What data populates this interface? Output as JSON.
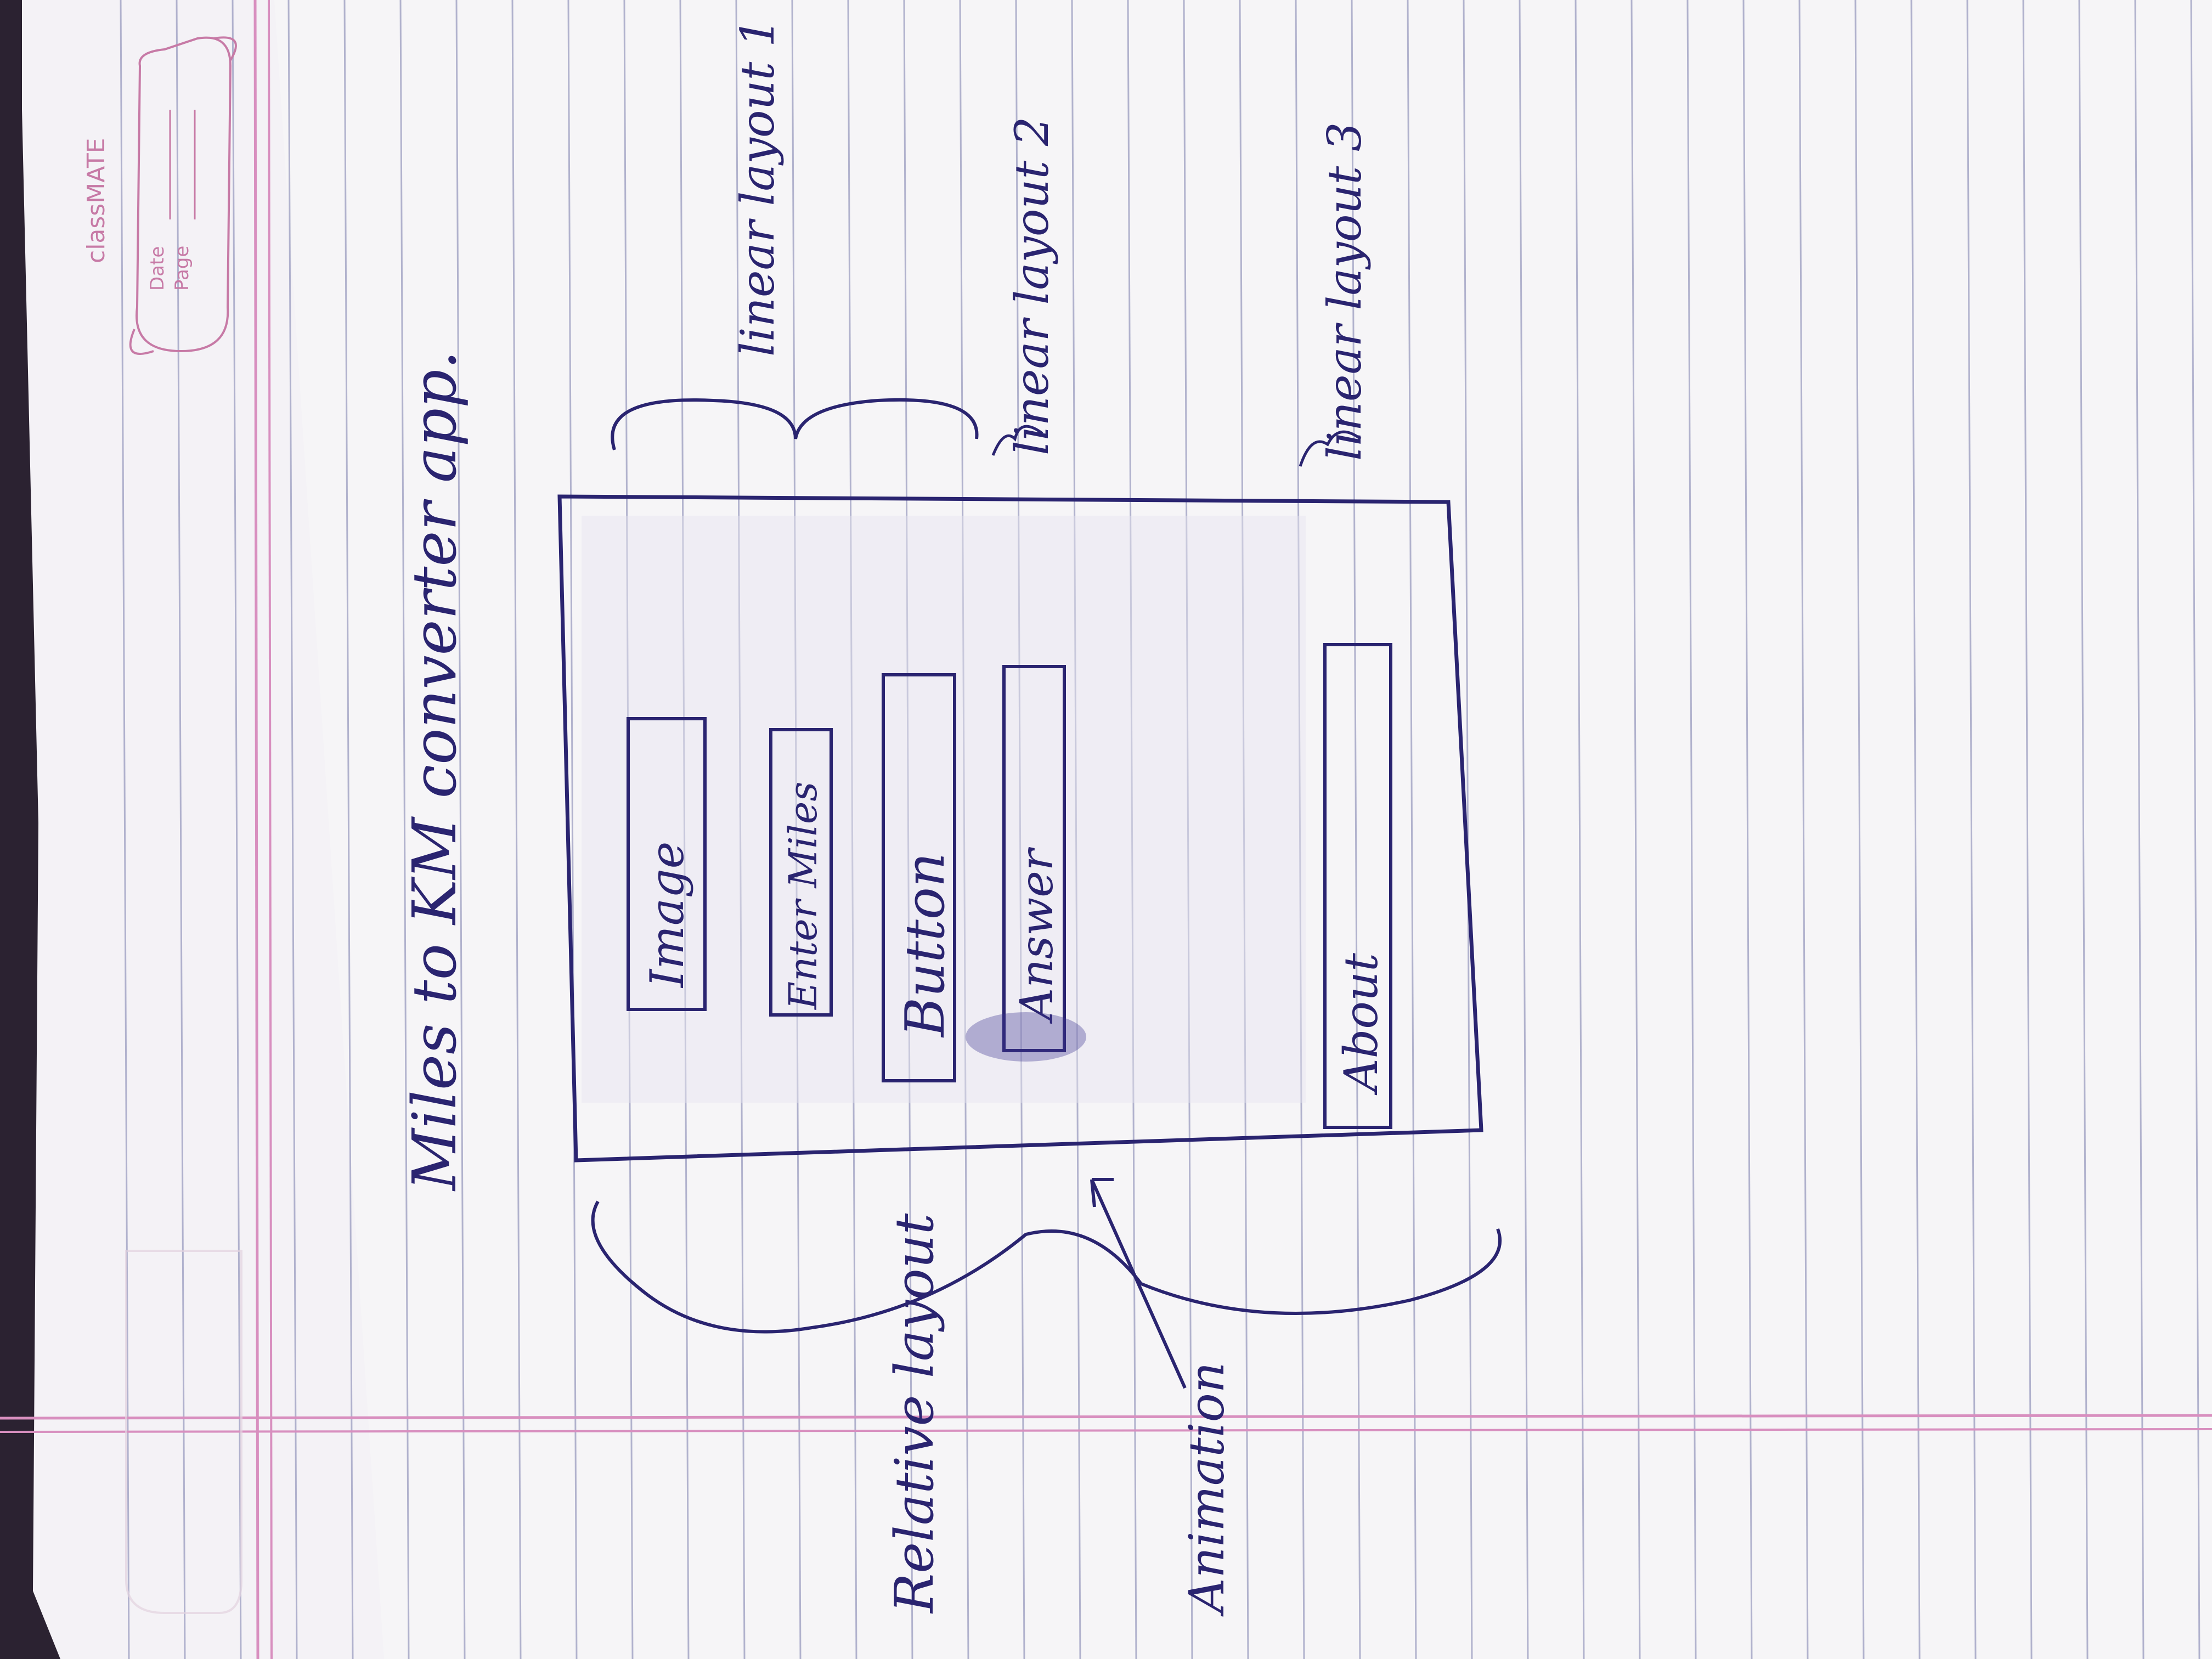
{
  "notebook": {
    "brand": "classMATE",
    "date_label": "Date",
    "page_label": "Page"
  },
  "sketch": {
    "title": "Miles to KM converter app.",
    "boxes": {
      "image": "Image",
      "enter_miles": "Enter Miles",
      "button": "Button",
      "answer": "Answer",
      "about": "About"
    },
    "annotations": {
      "linear_layout_1": "linear layout 1",
      "linear_layout_2": "linear layout 2",
      "linear_layout_3": "linear layout 3",
      "relative_layout": "Relative layout",
      "animation": "Animation"
    }
  },
  "colors": {
    "paper": "#f4f2f6",
    "rule_line": "#9a9cc0",
    "margin_line": "#d88fbf",
    "ink": "#2a2470",
    "background": "#2b2231"
  }
}
